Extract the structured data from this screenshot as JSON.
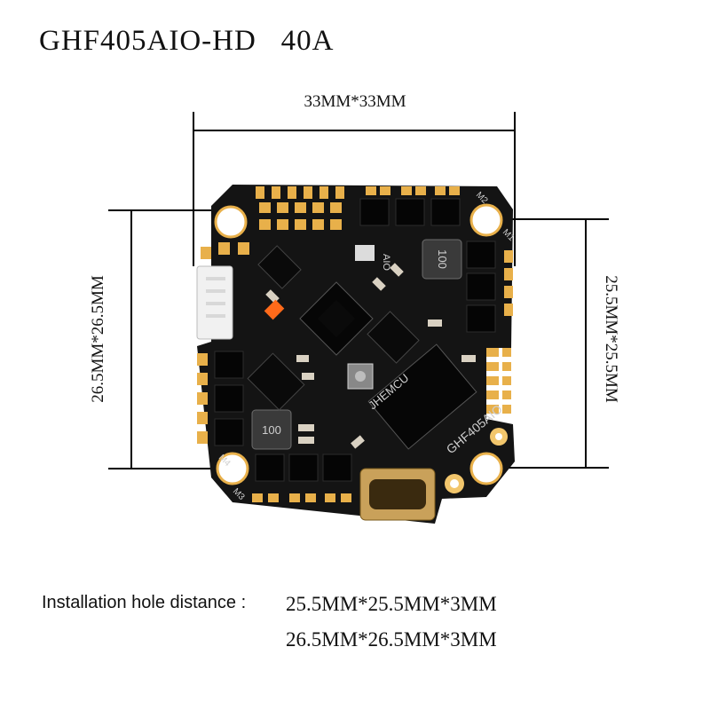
{
  "title": "GHF405AIO-HD   40A",
  "dimensions": {
    "top": "33MM*33MM",
    "left": "26.5MM*26.5MM",
    "right": "25.5MM*25.5MM"
  },
  "installation": {
    "label": "Installation hole distance :",
    "values": [
      "25.5MM*25.5MM*3MM",
      "26.5MM*26.5MM*3MM"
    ]
  },
  "board": {
    "silkscreen": {
      "model": "GHF405AIO",
      "brand": "JHEMCU",
      "aio": "AIO",
      "inductor": "100",
      "motor_m1": "M1",
      "motor_m2": "M2",
      "motor_m3": "M3",
      "motor_m4": "M4"
    },
    "colors": {
      "pcb": "#141414",
      "pad": "#e8b04a",
      "chip": "#060606",
      "dim_line": "#000000"
    }
  }
}
